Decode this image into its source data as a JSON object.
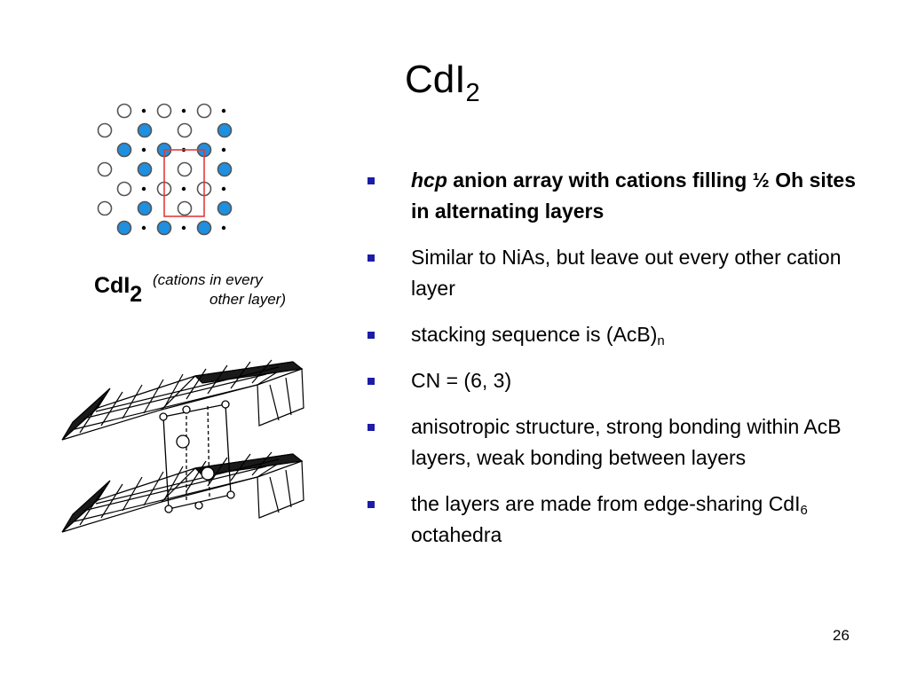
{
  "slide": {
    "title": {
      "main": "CdI",
      "sub": "2"
    },
    "bullets": [
      {
        "em": "hcp",
        "text": " anion array with cations filling ½ Oh sites in alternating layers"
      },
      {
        "text": "Similar to NiAs, but leave out every other cation layer"
      },
      {
        "text": "stacking sequence is (AcB)",
        "sub": "n"
      },
      {
        "text": "CN = (6, 3)"
      },
      {
        "text": "anisotropic structure, strong bonding within AcB layers, weak bonding between layers"
      },
      {
        "text": "the layers are made from edge-sharing CdI",
        "sub": "6",
        "text_after": " octahedra"
      }
    ],
    "page_number": "26"
  },
  "figure": {
    "caption": {
      "formula": "CdI",
      "formula_sub": "2",
      "note_line1": "(cations in every",
      "note_line2": "other layer)"
    },
    "colors": {
      "cation_atom": "#1f8fe0",
      "anion_atom": "#ffffff",
      "atom_outline": "#555555",
      "unit_cell": "#e23b3b",
      "bullet": "#1c1ca8"
    }
  }
}
